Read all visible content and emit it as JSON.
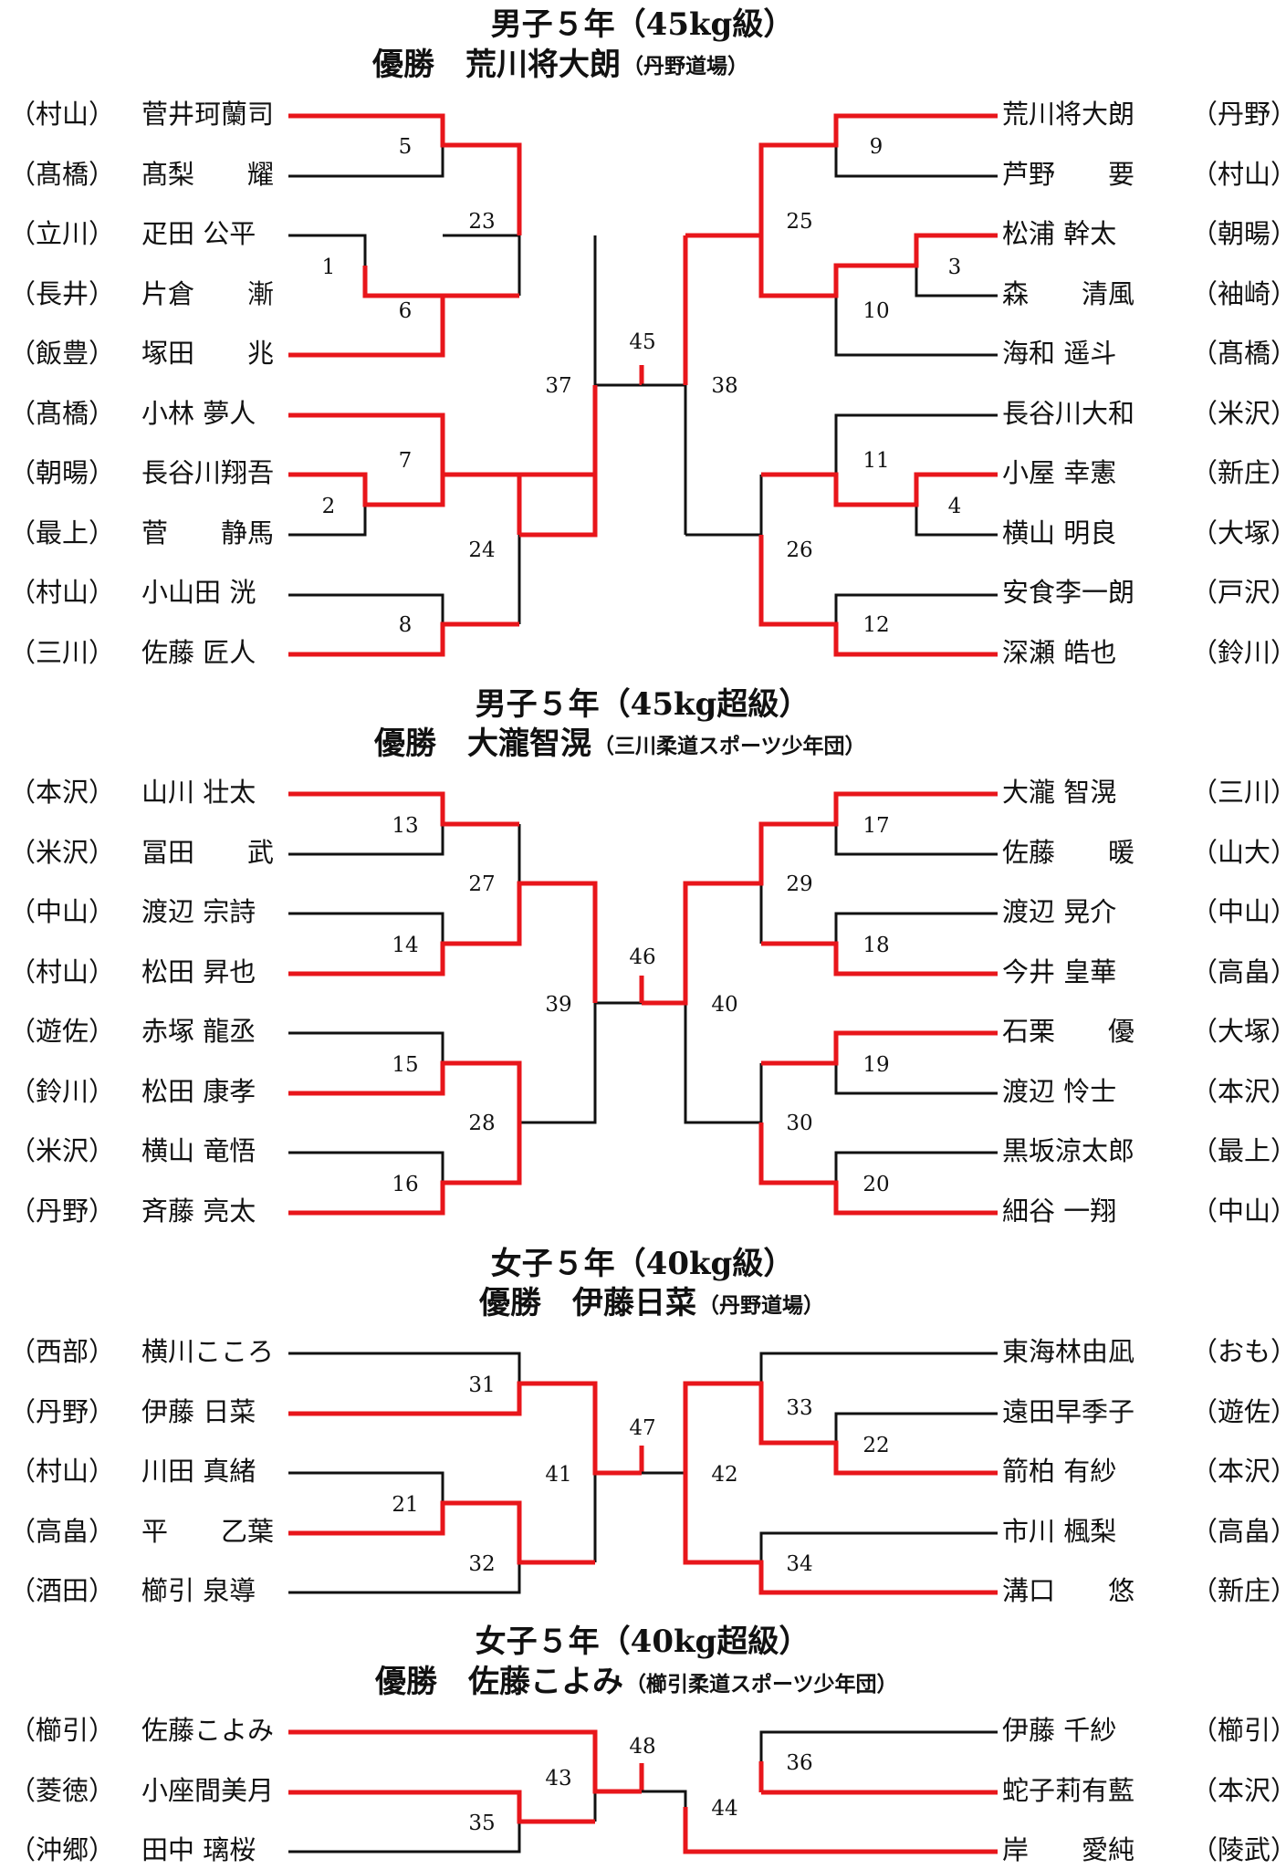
{
  "colors": {
    "winner": "#e8161b",
    "line": "#111111"
  },
  "sections": [
    {
      "title": "男子５年（45kg級）",
      "champion_label": "優勝　荒川将大朗",
      "champion_club": "（丹野道場）",
      "left": [
        {
          "club": "（村山）",
          "name": "菅井珂蘭司"
        },
        {
          "club": "（髙橋）",
          "name": "髙梨　　耀"
        },
        {
          "club": "（立川）",
          "name": "疋田 公平"
        },
        {
          "club": "（長井）",
          "name": "片倉　　漸"
        },
        {
          "club": "（飯豊）",
          "name": "塚田　　兆"
        },
        {
          "club": "（髙橋）",
          "name": "小林 夢人"
        },
        {
          "club": "（朝暘）",
          "name": "長谷川翔吾"
        },
        {
          "club": "（最上）",
          "name": "菅　　静馬"
        },
        {
          "club": "（村山）",
          "name": "小山田 洸"
        },
        {
          "club": "（三川）",
          "name": "佐藤 匠人"
        }
      ],
      "right": [
        {
          "name": "荒川将大朗",
          "club": "（丹野）"
        },
        {
          "name": "芦野　　要",
          "club": "（村山）"
        },
        {
          "name": "松浦 幹太",
          "club": "（朝暘）"
        },
        {
          "name": "森　　清風",
          "club": "（袖崎）"
        },
        {
          "name": "海和 遥斗",
          "club": "（髙橋）"
        },
        {
          "name": "長谷川大和",
          "club": "（米沢）"
        },
        {
          "name": "小屋 幸憲",
          "club": "（新庄）"
        },
        {
          "name": "横山 明良",
          "club": "（大塚）"
        },
        {
          "name": "安食李一朗",
          "club": "（戸沢）"
        },
        {
          "name": "深瀬 皓也",
          "club": "（鈴川）"
        }
      ],
      "matches": [
        "1",
        "2",
        "3",
        "4",
        "5",
        "6",
        "7",
        "8",
        "9",
        "10",
        "11",
        "12",
        "23",
        "24",
        "25",
        "26",
        "37",
        "38",
        "45"
      ]
    },
    {
      "title": "男子５年（45kg超級）",
      "champion_label": "優勝　大瀧智滉",
      "champion_club": "（三川柔道スポーツ少年団）",
      "left": [
        {
          "club": "（本沢）",
          "name": "山川 壮太"
        },
        {
          "club": "（米沢）",
          "name": "冨田　　武"
        },
        {
          "club": "（中山）",
          "name": "渡辺 宗詩"
        },
        {
          "club": "（村山）",
          "name": "松田 昇也"
        },
        {
          "club": "（遊佐）",
          "name": "赤塚 龍丞"
        },
        {
          "club": "（鈴川）",
          "name": "松田 康孝"
        },
        {
          "club": "（米沢）",
          "name": "横山 竜悟"
        },
        {
          "club": "（丹野）",
          "name": "斉藤 亮太"
        }
      ],
      "right": [
        {
          "name": "大瀧 智滉",
          "club": "（三川）"
        },
        {
          "name": "佐藤　　暖",
          "club": "（山大）"
        },
        {
          "name": "渡辺 晃介",
          "club": "（中山）"
        },
        {
          "name": "今井 皇華",
          "club": "（高畠）"
        },
        {
          "name": "石栗　　優",
          "club": "（大塚）"
        },
        {
          "name": "渡辺 怜士",
          "club": "（本沢）"
        },
        {
          "name": "黒坂涼太郎",
          "club": "（最上）"
        },
        {
          "name": "細谷 一翔",
          "club": "（中山）"
        }
      ],
      "matches": [
        "13",
        "14",
        "15",
        "16",
        "17",
        "18",
        "19",
        "20",
        "27",
        "28",
        "29",
        "30",
        "39",
        "40",
        "46"
      ]
    },
    {
      "title": "女子５年（40kg級）",
      "champion_label": "優勝　伊藤日菜",
      "champion_club": "（丹野道場）",
      "left": [
        {
          "club": "（西部）",
          "name": "横川こころ"
        },
        {
          "club": "（丹野）",
          "name": "伊藤 日菜"
        },
        {
          "club": "（村山）",
          "name": "川田 真緒"
        },
        {
          "club": "（高畠）",
          "name": "平　　乙葉"
        },
        {
          "club": "（酒田）",
          "name": "櫛引 泉導"
        }
      ],
      "right": [
        {
          "name": "東海林由凪",
          "club": "（おも）"
        },
        {
          "name": "遠田早季子",
          "club": "（遊佐）"
        },
        {
          "name": "箭柏 有紗",
          "club": "（本沢）"
        },
        {
          "name": "市川 楓梨",
          "club": "（高畠）"
        },
        {
          "name": "溝口　　悠",
          "club": "（新庄）"
        }
      ],
      "matches": [
        "21",
        "22",
        "31",
        "32",
        "33",
        "34",
        "41",
        "42",
        "47"
      ]
    },
    {
      "title": "女子５年（40kg超級）",
      "champion_label": "優勝　佐藤こよみ",
      "champion_club": "（櫛引柔道スポーツ少年団）",
      "left": [
        {
          "club": "（櫛引）",
          "name": "佐藤こよみ"
        },
        {
          "club": "（菱徳）",
          "name": "小座間美月"
        },
        {
          "club": "（沖郷）",
          "name": "田中 璃桜"
        }
      ],
      "right": [
        {
          "name": "伊藤 千紗",
          "club": "（櫛引）"
        },
        {
          "name": "蛇子莉有藍",
          "club": "（本沢）"
        },
        {
          "name": "岸　　愛純",
          "club": "（陵武）"
        }
      ],
      "matches": [
        "35",
        "36",
        "43",
        "44",
        "48"
      ]
    }
  ]
}
